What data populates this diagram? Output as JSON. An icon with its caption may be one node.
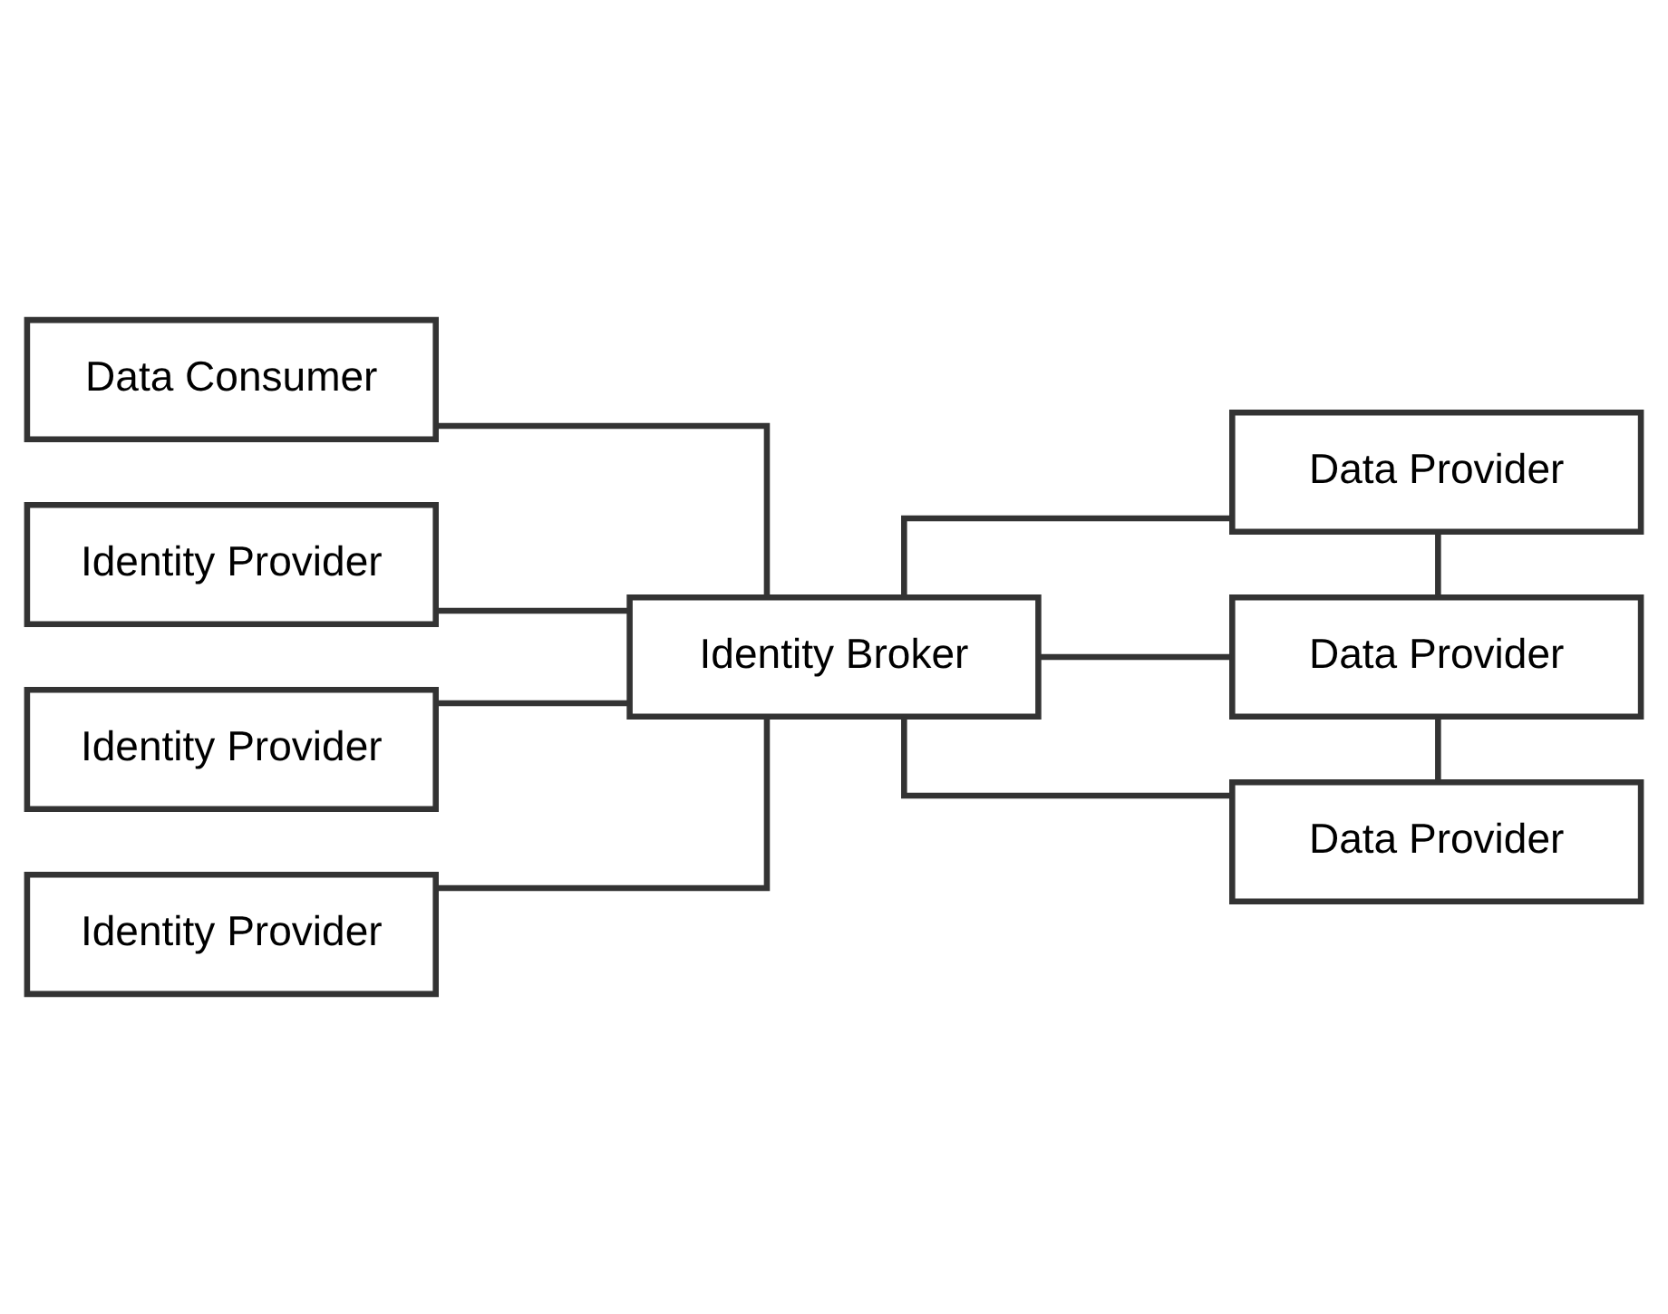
{
  "diagram": {
    "nodes": [
      {
        "text": [
          "Data Consumer"
        ]
      },
      {
        "text": [
          "Identity Broker"
        ]
      },
      {
        "text": [
          "Data Provider"
        ]
      },
      {
        "text": [
          "Data Provider"
        ]
      },
      {
        "text": [
          "Data Provider"
        ]
      },
      {
        "text": [
          "Identity Provider"
        ]
      },
      {
        "text": [
          "Identity Provider"
        ]
      },
      {
        "text": [
          "Identity Provider"
        ]
      }
    ],
    "edges": [
      {
        "from": 0,
        "to": 1,
        "arrow": "none"
      },
      {
        "from": 1,
        "to": 2,
        "arrow": "none"
      },
      {
        "from": 1,
        "to": 3,
        "arrow": "none"
      },
      {
        "from": 1,
        "to": 4,
        "arrow": "none"
      },
      {
        "from": 2,
        "to": 3,
        "arrow": "none"
      },
      {
        "from": 3,
        "to": 4,
        "arrow": "none"
      },
      {
        "from": 1,
        "to": 5,
        "arrow": "none"
      },
      {
        "from": 1,
        "to": 6,
        "arrow": "none"
      },
      {
        "from": 1,
        "to": 7,
        "arrow": "none"
      }
    ]
  }
}
